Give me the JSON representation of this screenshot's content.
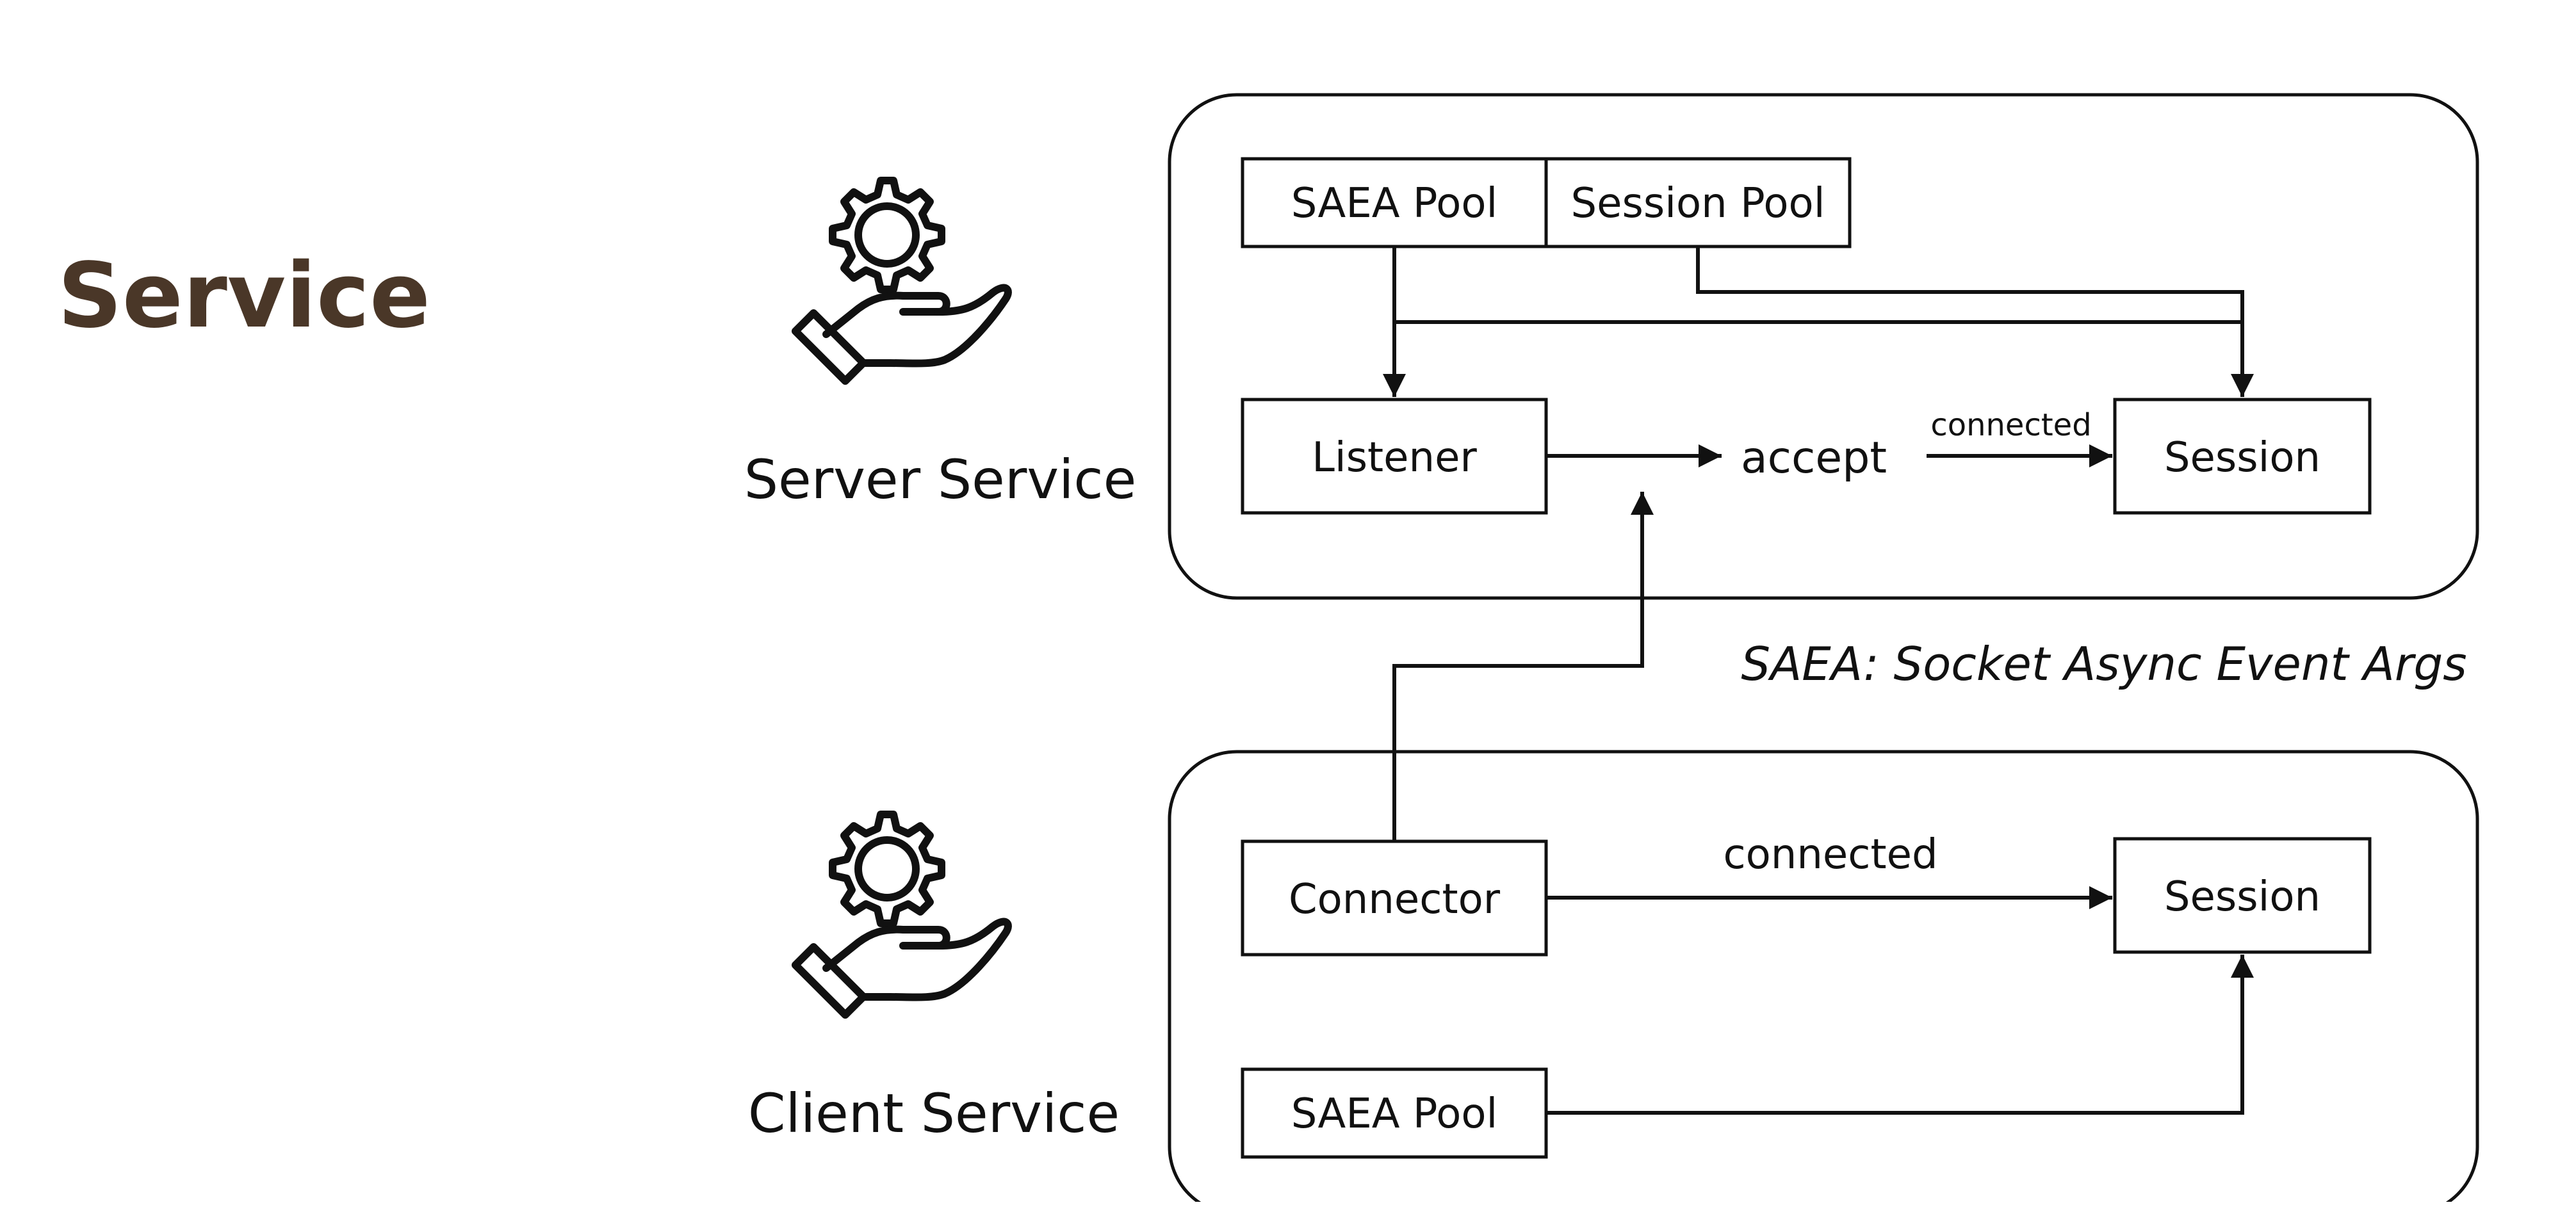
{
  "page": {
    "title": "Service",
    "title_color": "#4a3728"
  },
  "server": {
    "label": "Server Service",
    "icon": "gear-hand-icon",
    "saea_pool": "SAEA Pool",
    "session_pool": "Session Pool",
    "listener": "Listener",
    "accept": "accept",
    "connected": "connected",
    "session": "Session"
  },
  "note": "SAEA: Socket Async Event Args",
  "client": {
    "label": "Client Service",
    "icon": "gear-hand-icon",
    "connector": "Connector",
    "connected": "connected",
    "session": "Session",
    "saea_pool": "SAEA Pool"
  }
}
